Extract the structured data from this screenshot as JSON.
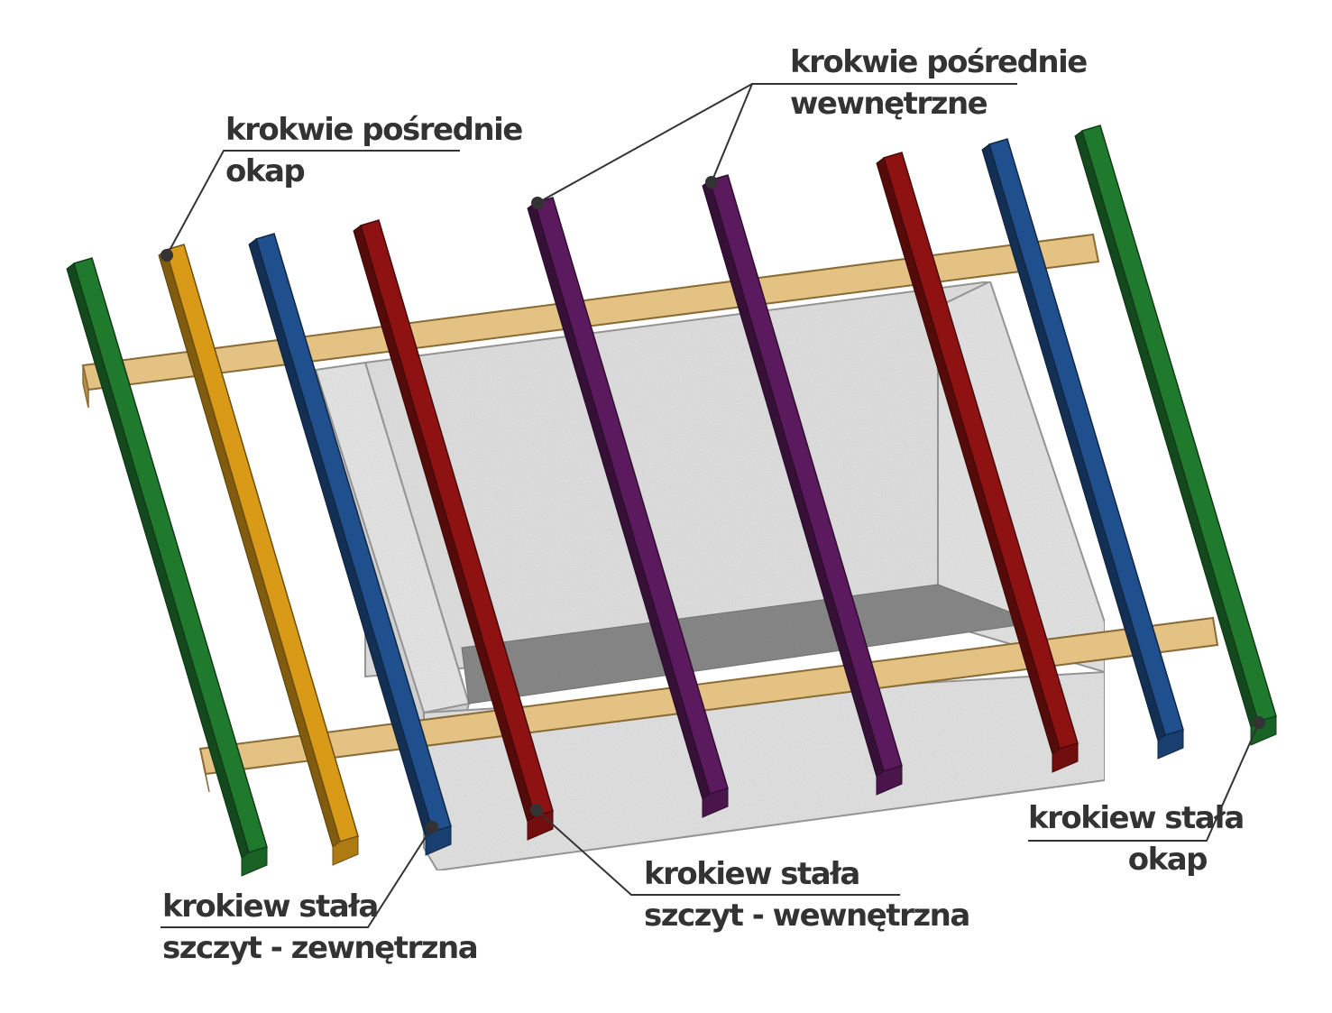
{
  "colors": {
    "green": "#1f7a2e",
    "yellow": "#d99a18",
    "blue": "#1f4f8c",
    "red": "#8f1212",
    "purple": "#5c1a5e",
    "wood": "#e3c283",
    "concrete": "#e3e3e3",
    "label": "#333333"
  },
  "rafters": [
    {
      "name": "green-left",
      "color": "green"
    },
    {
      "name": "yellow-left",
      "color": "yellow"
    },
    {
      "name": "blue-left",
      "color": "blue"
    },
    {
      "name": "red-left",
      "color": "red"
    },
    {
      "name": "purple-left",
      "color": "purple"
    },
    {
      "name": "purple-right",
      "color": "purple"
    },
    {
      "name": "red-right",
      "color": "red"
    },
    {
      "name": "blue-right",
      "color": "blue"
    },
    {
      "name": "green-right",
      "color": "green"
    }
  ],
  "labels": {
    "posrednie_okap": {
      "line1": "krokwie pośrednie",
      "line2": "okap"
    },
    "posrednie_wewnetrzne": {
      "line1": "krokwie pośrednie",
      "line2": "wewnętrzne"
    },
    "stala_okap": {
      "line1": "krokiew stała",
      "line2": "okap"
    },
    "stala_szczyt_wewnetrzna": {
      "line1": "krokiew stała",
      "line2": "szczyt - wewnętrzna"
    },
    "stala_szczyt_zewnetrzna": {
      "line1": "krokiew stała",
      "line2": "szczyt - zewnętrzna"
    }
  }
}
